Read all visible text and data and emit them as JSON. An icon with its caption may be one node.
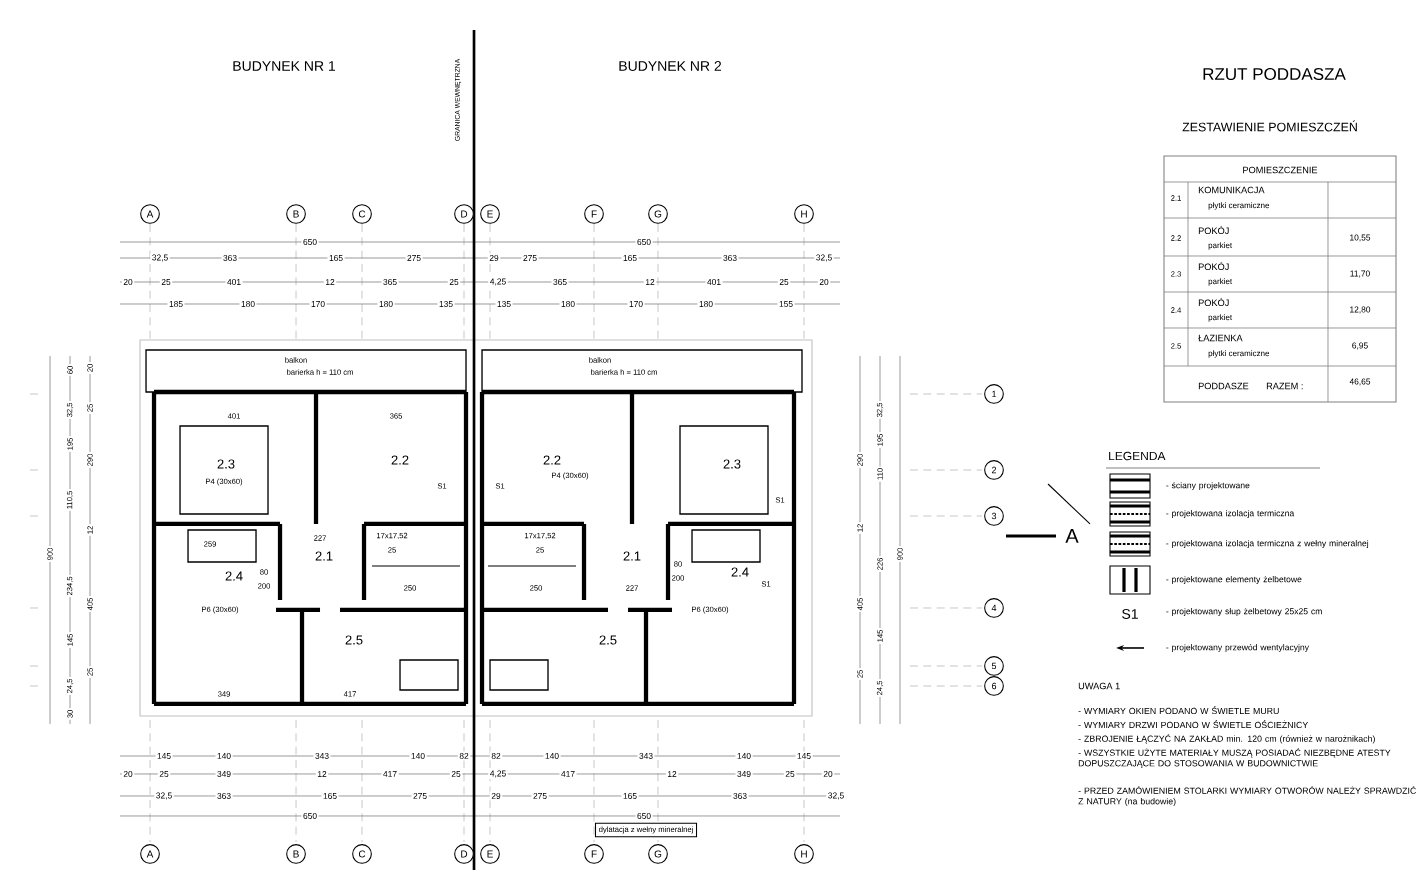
{
  "diagram": {
    "title": "RZUT PODDASZA",
    "labels": [
      "BUDYNEK NR 1",
      "BUDYNEK NR 2",
      "GRANICA WEWNĘTRZNA",
      "ZESTAWIENIE POMIESZCZEŃ",
      "A",
      "B",
      "C",
      "D",
      "E",
      "F",
      "G",
      "H",
      "650",
      "650",
      "32,5",
      "363",
      "165",
      "275",
      "29",
      "275",
      "165",
      "363",
      "32,5",
      "20",
      "25",
      "401",
      "12",
      "365",
      "25",
      "4,25",
      "365",
      "12",
      "401",
      "25",
      "20",
      "185",
      "180",
      "170",
      "180",
      "135",
      "135",
      "180",
      "170",
      "180",
      "155",
      "balkon",
      "barierka h = 110 cm",
      "balkon",
      "barierka h = 110 cm",
      "2.3",
      "2.2",
      "2.2",
      "2.3",
      "2.1",
      "2.4",
      "2.1",
      "2.4",
      "2.5",
      "2.5",
      "401",
      "365",
      "17x17,52",
      "25",
      "250",
      "17x17,52",
      "25",
      "250",
      "227",
      "227",
      "259",
      "349",
      "417",
      "P4 (30x60)",
      "P4 (30x60)",
      "P6 (30x60)",
      "P6 (30x60)",
      "S1",
      "S1",
      "S1",
      "S1",
      "80",
      "200",
      "80",
      "200",
      "60",
      "32,5",
      "195",
      "110,5",
      "234,5",
      "145",
      "24,5",
      "30",
      "20",
      "25",
      "290",
      "12",
      "405",
      "25",
      "900",
      "290",
      "12",
      "405",
      "25",
      "32,5",
      "195",
      "110",
      "226",
      "145",
      "24,5",
      "900",
      "1",
      "2",
      "3",
      "4",
      "5",
      "6",
      "A",
      "145",
      "140",
      "343",
      "140",
      "82",
      "82",
      "140",
      "343",
      "140",
      "145",
      "20",
      "25",
      "349",
      "12",
      "417",
      "25",
      "4,25",
      "417",
      "12",
      "349",
      "25",
      "20",
      "32,5",
      "363",
      "165",
      "275",
      "29",
      "275",
      "165",
      "363",
      "32,5",
      "650",
      "650",
      "dylatacja z wełny mineralnej",
      "A",
      "B",
      "C",
      "D",
      "E",
      "F",
      "G",
      "H",
      "POMIESZCZENIE",
      "2.1",
      "KOMUNIKACJA",
      "płytki ceramiczne",
      "2.2",
      "POKÓJ",
      "parkiet",
      "10,55",
      "2.3",
      "POKÓJ",
      "parkiet",
      "11,70",
      "2.4",
      "POKÓJ",
      "parkiet",
      "12,80",
      "2.5",
      "ŁAZIENKA",
      "płytki ceramiczne",
      "6,95",
      "PODDASZE",
      "RAZEM :",
      "46,65",
      "LEGENDA",
      "S1",
      "UWAGA 1",
      "- WYMIARY OKIEN PODANO W ŚWIETLE MURU",
      "- WYMIARY DRZWI PODANO W ŚWIETLE OŚCIEŻNICY",
      "- ZBROJENIE ŁĄCZYĆ NA ZAKŁAD min. 120 cm (również w narożnikach)",
      "- WSZYSTKIE UŻYTE MATERIAŁY MUSZĄ POSIADAĆ NIEZBĘDNE ATESTY DOPUSZCZAJĄCE DO STOSOWANIA W BUDOWNICTWIE",
      "- PRZED ZAMÓWIENIEM STOLARKI WYMIARY OTWORÓW NALEŻY SPRAWDZIĆ Z NATURY (na budowie)"
    ],
    "legend": [
      {
        "text": "- ściany projektowane"
      },
      {
        "text": "- projektowana izolacja termiczna"
      },
      {
        "text": "- projektowana izolacja termiczna z wełny mineralnej"
      },
      {
        "text": "- projektowane elementy żelbetowe"
      },
      {
        "text": "- projektowany słup żelbetowy 25x25 cm"
      },
      {
        "text": "- projektowany przewód wentylacyjny"
      }
    ]
  }
}
